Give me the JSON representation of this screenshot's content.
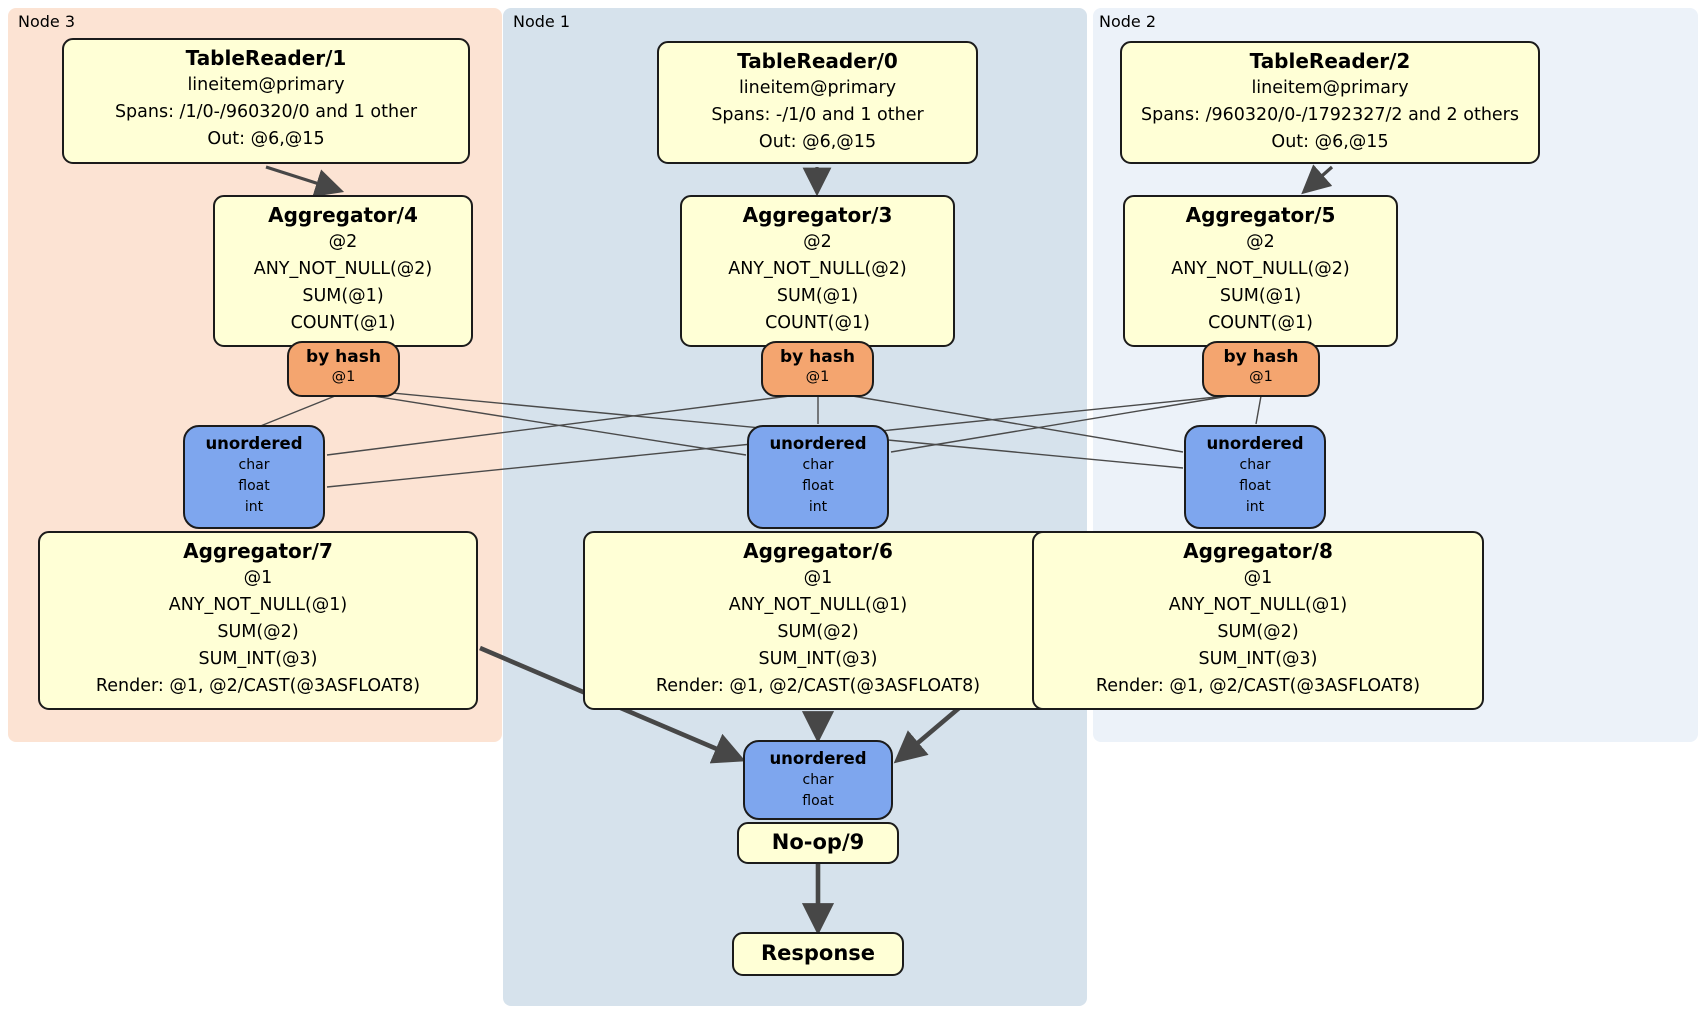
{
  "regions": [
    {
      "id": "node3",
      "label": "Node 3",
      "color": "#fce3d3"
    },
    {
      "id": "node1",
      "label": "Node 1",
      "color": "#d6e2ec"
    },
    {
      "id": "node2",
      "label": "Node 2",
      "color": "#ecf2f9"
    }
  ],
  "colors": {
    "processor_box": "#ffffd6",
    "router_box": "#f4a56f",
    "sync_box": "#7ea6ee",
    "edge": "#474747",
    "border": "#1b1b1b"
  },
  "processors": {
    "tablereader1": {
      "title": "TableReader/1",
      "lines": [
        "lineitem@primary",
        "Spans: /1/0-/960320/0 and 1 other",
        "Out: @6,@15"
      ]
    },
    "tablereader0": {
      "title": "TableReader/0",
      "lines": [
        "lineitem@primary",
        "Spans: -/1/0 and 1 other",
        "Out: @6,@15"
      ]
    },
    "tablereader2": {
      "title": "TableReader/2",
      "lines": [
        "lineitem@primary",
        "Spans: /960320/0-/1792327/2 and 2 others",
        "Out: @6,@15"
      ]
    },
    "aggregator4": {
      "title": "Aggregator/4",
      "lines": [
        "@2",
        "ANY_NOT_NULL(@2)",
        "SUM(@1)",
        "COUNT(@1)"
      ]
    },
    "aggregator3": {
      "title": "Aggregator/3",
      "lines": [
        "@2",
        "ANY_NOT_NULL(@2)",
        "SUM(@1)",
        "COUNT(@1)"
      ]
    },
    "aggregator5": {
      "title": "Aggregator/5",
      "lines": [
        "@2",
        "ANY_NOT_NULL(@2)",
        "SUM(@1)",
        "COUNT(@1)"
      ]
    },
    "aggregator7": {
      "title": "Aggregator/7",
      "lines": [
        "@1",
        "ANY_NOT_NULL(@1)",
        "SUM(@2)",
        "SUM_INT(@3)",
        "Render: @1, @2/CAST(@3ASFLOAT8)"
      ]
    },
    "aggregator6": {
      "title": "Aggregator/6",
      "lines": [
        "@1",
        "ANY_NOT_NULL(@1)",
        "SUM(@2)",
        "SUM_INT(@3)",
        "Render: @1, @2/CAST(@3ASFLOAT8)"
      ]
    },
    "aggregator8": {
      "title": "Aggregator/8",
      "lines": [
        "@1",
        "ANY_NOT_NULL(@1)",
        "SUM(@2)",
        "SUM_INT(@3)",
        "Render: @1, @2/CAST(@3ASFLOAT8)"
      ]
    },
    "noop9": {
      "title": "No-op/9"
    },
    "response": {
      "title": "Response"
    }
  },
  "routers": {
    "byhash3": {
      "title": "by hash",
      "sub": "@1"
    },
    "byhash1": {
      "title": "by hash",
      "sub": "@1"
    },
    "byhash2": {
      "title": "by hash",
      "sub": "@1"
    }
  },
  "syncs": {
    "unordered3": {
      "title": "unordered",
      "items": [
        "char",
        "float",
        "int"
      ]
    },
    "unordered1": {
      "title": "unordered",
      "items": [
        "char",
        "float",
        "int"
      ]
    },
    "unordered2": {
      "title": "unordered",
      "items": [
        "char",
        "float",
        "int"
      ]
    },
    "unorderedFinal": {
      "title": "unordered",
      "items": [
        "char",
        "float"
      ]
    }
  },
  "edges": [
    {
      "from": "TableReader/1",
      "to": "Aggregator/4"
    },
    {
      "from": "TableReader/0",
      "to": "Aggregator/3"
    },
    {
      "from": "TableReader/2",
      "to": "Aggregator/5"
    },
    {
      "from": "by hash (Node 3)",
      "to": "unordered (Node 3 / Node 1 / Node 2)"
    },
    {
      "from": "by hash (Node 1)",
      "to": "unordered (Node 3 / Node 1 / Node 2)"
    },
    {
      "from": "by hash (Node 2)",
      "to": "unordered (Node 3 / Node 1 / Node 2)"
    },
    {
      "from": "Aggregator/7",
      "to": "unordered (final)"
    },
    {
      "from": "Aggregator/6",
      "to": "unordered (final)"
    },
    {
      "from": "Aggregator/8",
      "to": "unordered (final)"
    },
    {
      "from": "No-op/9",
      "to": "Response"
    }
  ]
}
